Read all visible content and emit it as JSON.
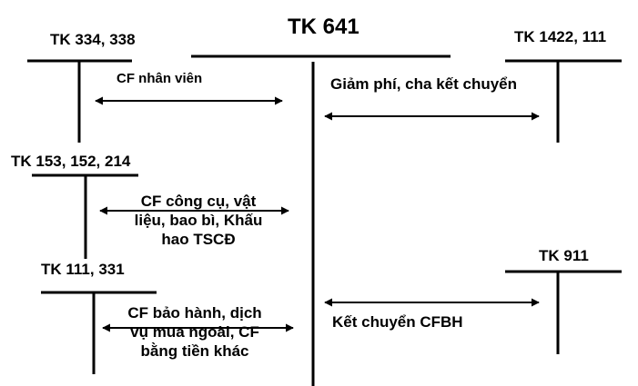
{
  "accounts": {
    "tk_334_338": "TK 334, 338",
    "tk_641": "TK 641",
    "tk_1422_111": "TK 1422, 111",
    "tk_153_152_214": "TK 153, 152, 214",
    "tk_111_331": "TK 111, 331",
    "tk_911": "TK 911"
  },
  "flows": {
    "staff_cost": "CF nhân viên",
    "cost_reduction": "Giảm phí, cha kết chuyển",
    "tools_materials": [
      "CF công cụ, vật",
      "liệu, bao bì, Khấu",
      "hao TSCĐ"
    ],
    "warranty_services": [
      "CF bảo hành, dịch",
      "vụ mua ngoài, CF",
      "bằng tiền khác"
    ],
    "transfer_cost": "Kết chuyển CFBH"
  },
  "colors": {
    "line": "#000000",
    "text": "#000000",
    "background": "#ffffff"
  }
}
